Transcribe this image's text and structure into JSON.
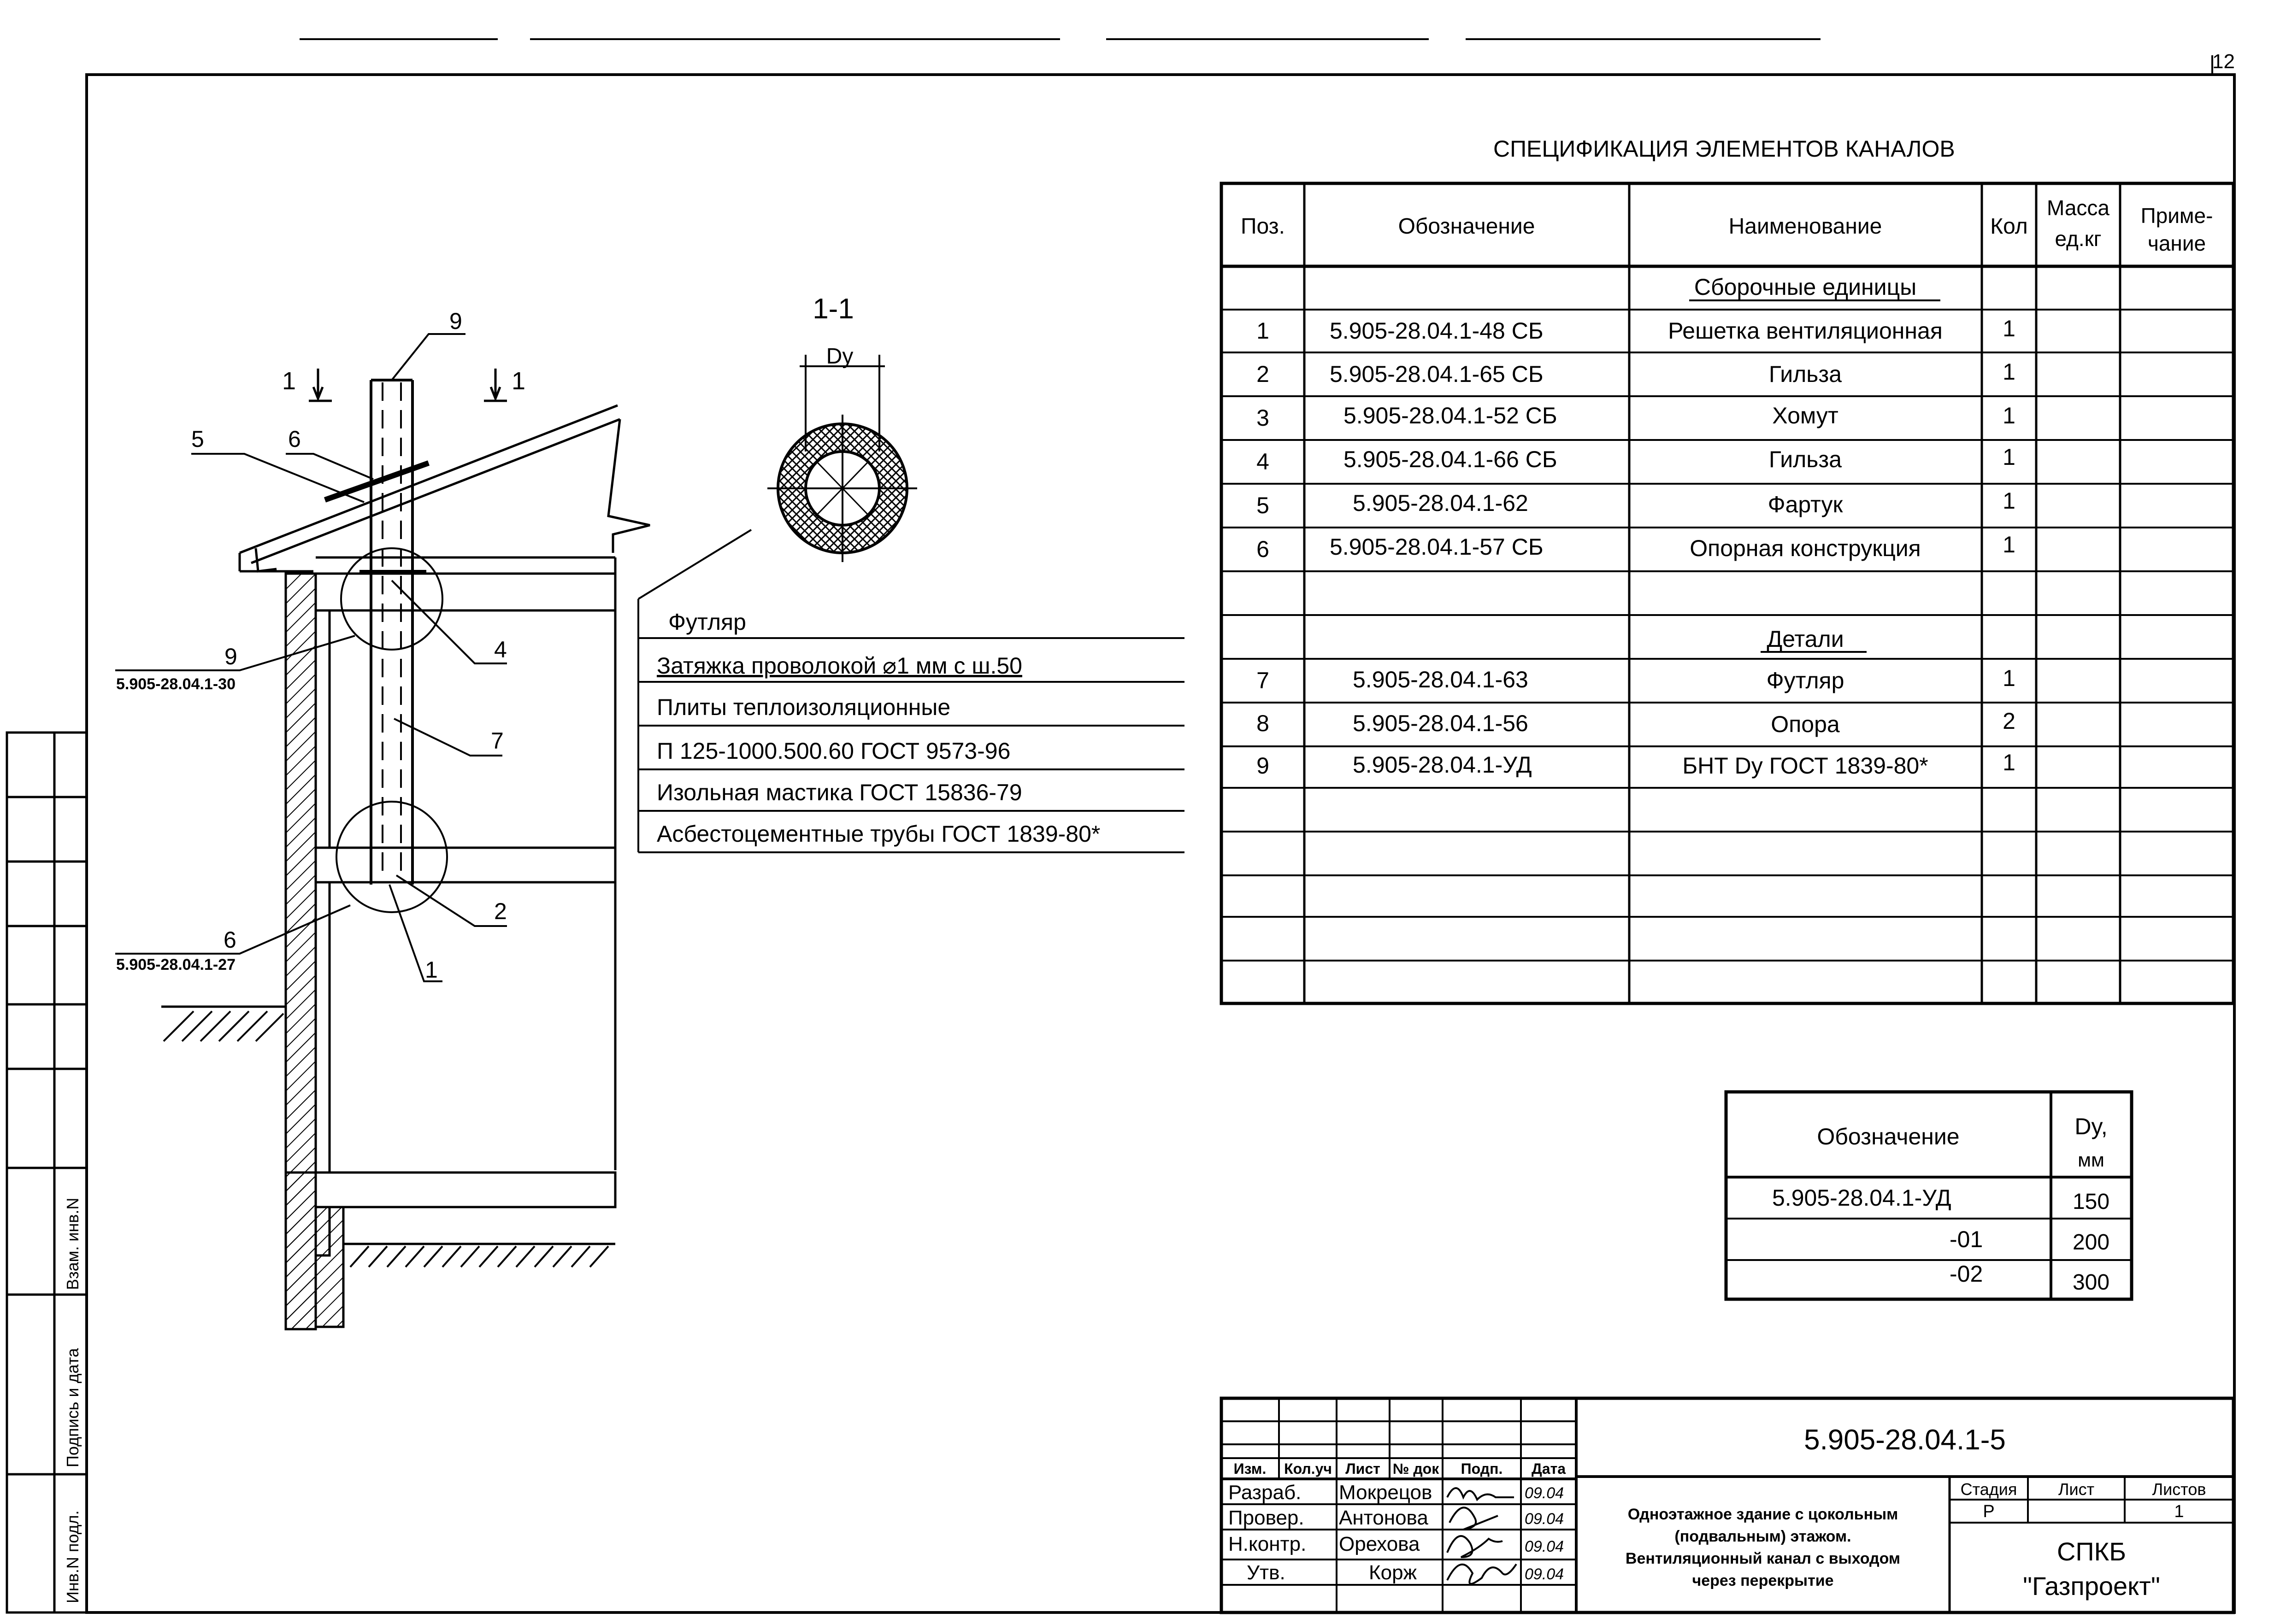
{
  "sheet_number": "12",
  "spec": {
    "title": "СПЕЦИФИКАЦИЯ ЭЛЕМЕНТОВ КАНАЛОВ",
    "headers": {
      "pos": "Поз.",
      "designation": "Обозначение",
      "name": "Наименование",
      "qty": "Кол",
      "mass_1": "Масса",
      "mass_2": "ед.кг",
      "note_1": "Приме-",
      "note_2": "чание"
    },
    "section_assembly": "Сборочные единицы",
    "section_details": "Детали",
    "rows": [
      {
        "pos": "1",
        "designation": "5.905-28.04.1-48 СБ",
        "name": "Решетка вентиляционная",
        "qty": "1"
      },
      {
        "pos": "2",
        "designation": "5.905-28.04.1-65 СБ",
        "name": "Гильза",
        "qty": "1"
      },
      {
        "pos": "3",
        "designation": "5.905-28.04.1-52 СБ",
        "name": "Хомут",
        "qty": "1"
      },
      {
        "pos": "4",
        "designation": "5.905-28.04.1-66 СБ",
        "name": "Гильза",
        "qty": "1"
      },
      {
        "pos": "5",
        "designation": "5.905-28.04.1-62",
        "name": "Фартук",
        "qty": "1"
      },
      {
        "pos": "6",
        "designation": "5.905-28.04.1-57 СБ",
        "name": "Опорная конструкция",
        "qty": "1"
      },
      {
        "pos": "7",
        "designation": "5.905-28.04.1-63",
        "name": "Футляр",
        "qty": "1"
      },
      {
        "pos": "8",
        "designation": "5.905-28.04.1-56",
        "name": "Опора",
        "qty": "2"
      },
      {
        "pos": "9",
        "designation": "5.905-28.04.1-УД",
        "name": "БНТ Dy ГОСТ 1839-80*",
        "qty": "1"
      }
    ]
  },
  "dy_table": {
    "header_designation": "Обозначение",
    "header_dy_1": "Dy,",
    "header_dy_2": "мм",
    "rows": [
      {
        "designation": "5.905-28.04.1-УД",
        "dy": "150"
      },
      {
        "designation": "-01",
        "dy": "200"
      },
      {
        "designation": "-02",
        "dy": "300"
      }
    ]
  },
  "drawing": {
    "section_label": "1-1",
    "dim_label": "Dy",
    "cut_label_left": "1",
    "cut_label_right": "1",
    "callouts": [
      "9",
      "5",
      "6",
      "4",
      "7",
      "2",
      "1"
    ],
    "ref_9_number": "9",
    "ref_9_code": "5.905-28.04.1-30",
    "ref_6_number": "6",
    "ref_6_code": "5.905-28.04.1-27",
    "layers": [
      "Футляр",
      "Затяжка проволокой ⌀1 мм с ш.50",
      "Плиты теплоизоляционные",
      "П 125-1000.500.60 ГОСТ 9573-96",
      "Изольная мастика ГОСТ 15836-79",
      "Асбестоцементные трубы ГОСТ 1839-80*"
    ]
  },
  "side_stamp": {
    "label_1": "Взам. инв.N",
    "label_2": "Подпись и дата",
    "label_3": "Инв.N подл."
  },
  "title_block": {
    "code": "5.905-28.04.1-5",
    "col_headers": [
      "Изм.",
      "Кол.уч",
      "Лист",
      "№ док",
      "Подп.",
      "Дата"
    ],
    "people": [
      {
        "role": "Разраб.",
        "name": "Мокрецов",
        "date": "09.04"
      },
      {
        "role": "Провер.",
        "name": "Антонова",
        "date": "09.04"
      },
      {
        "role": "Н.контр.",
        "name": "Орехова",
        "date": "09.04"
      },
      {
        "role": "Утв.",
        "name": "Корж",
        "date": "09.04"
      }
    ],
    "description": [
      "Одноэтажное здание с цокольным",
      "(подвальным) этажом.",
      "Вентиляционный канал с выходом",
      "через перекрытие"
    ],
    "stage_header": "Стадия",
    "sheet_header": "Лист",
    "sheets_header": "Листов",
    "stage": "Р",
    "sheet": "",
    "sheets": "1",
    "org_1": "СПКБ",
    "org_2": "\"Газпроект\""
  }
}
